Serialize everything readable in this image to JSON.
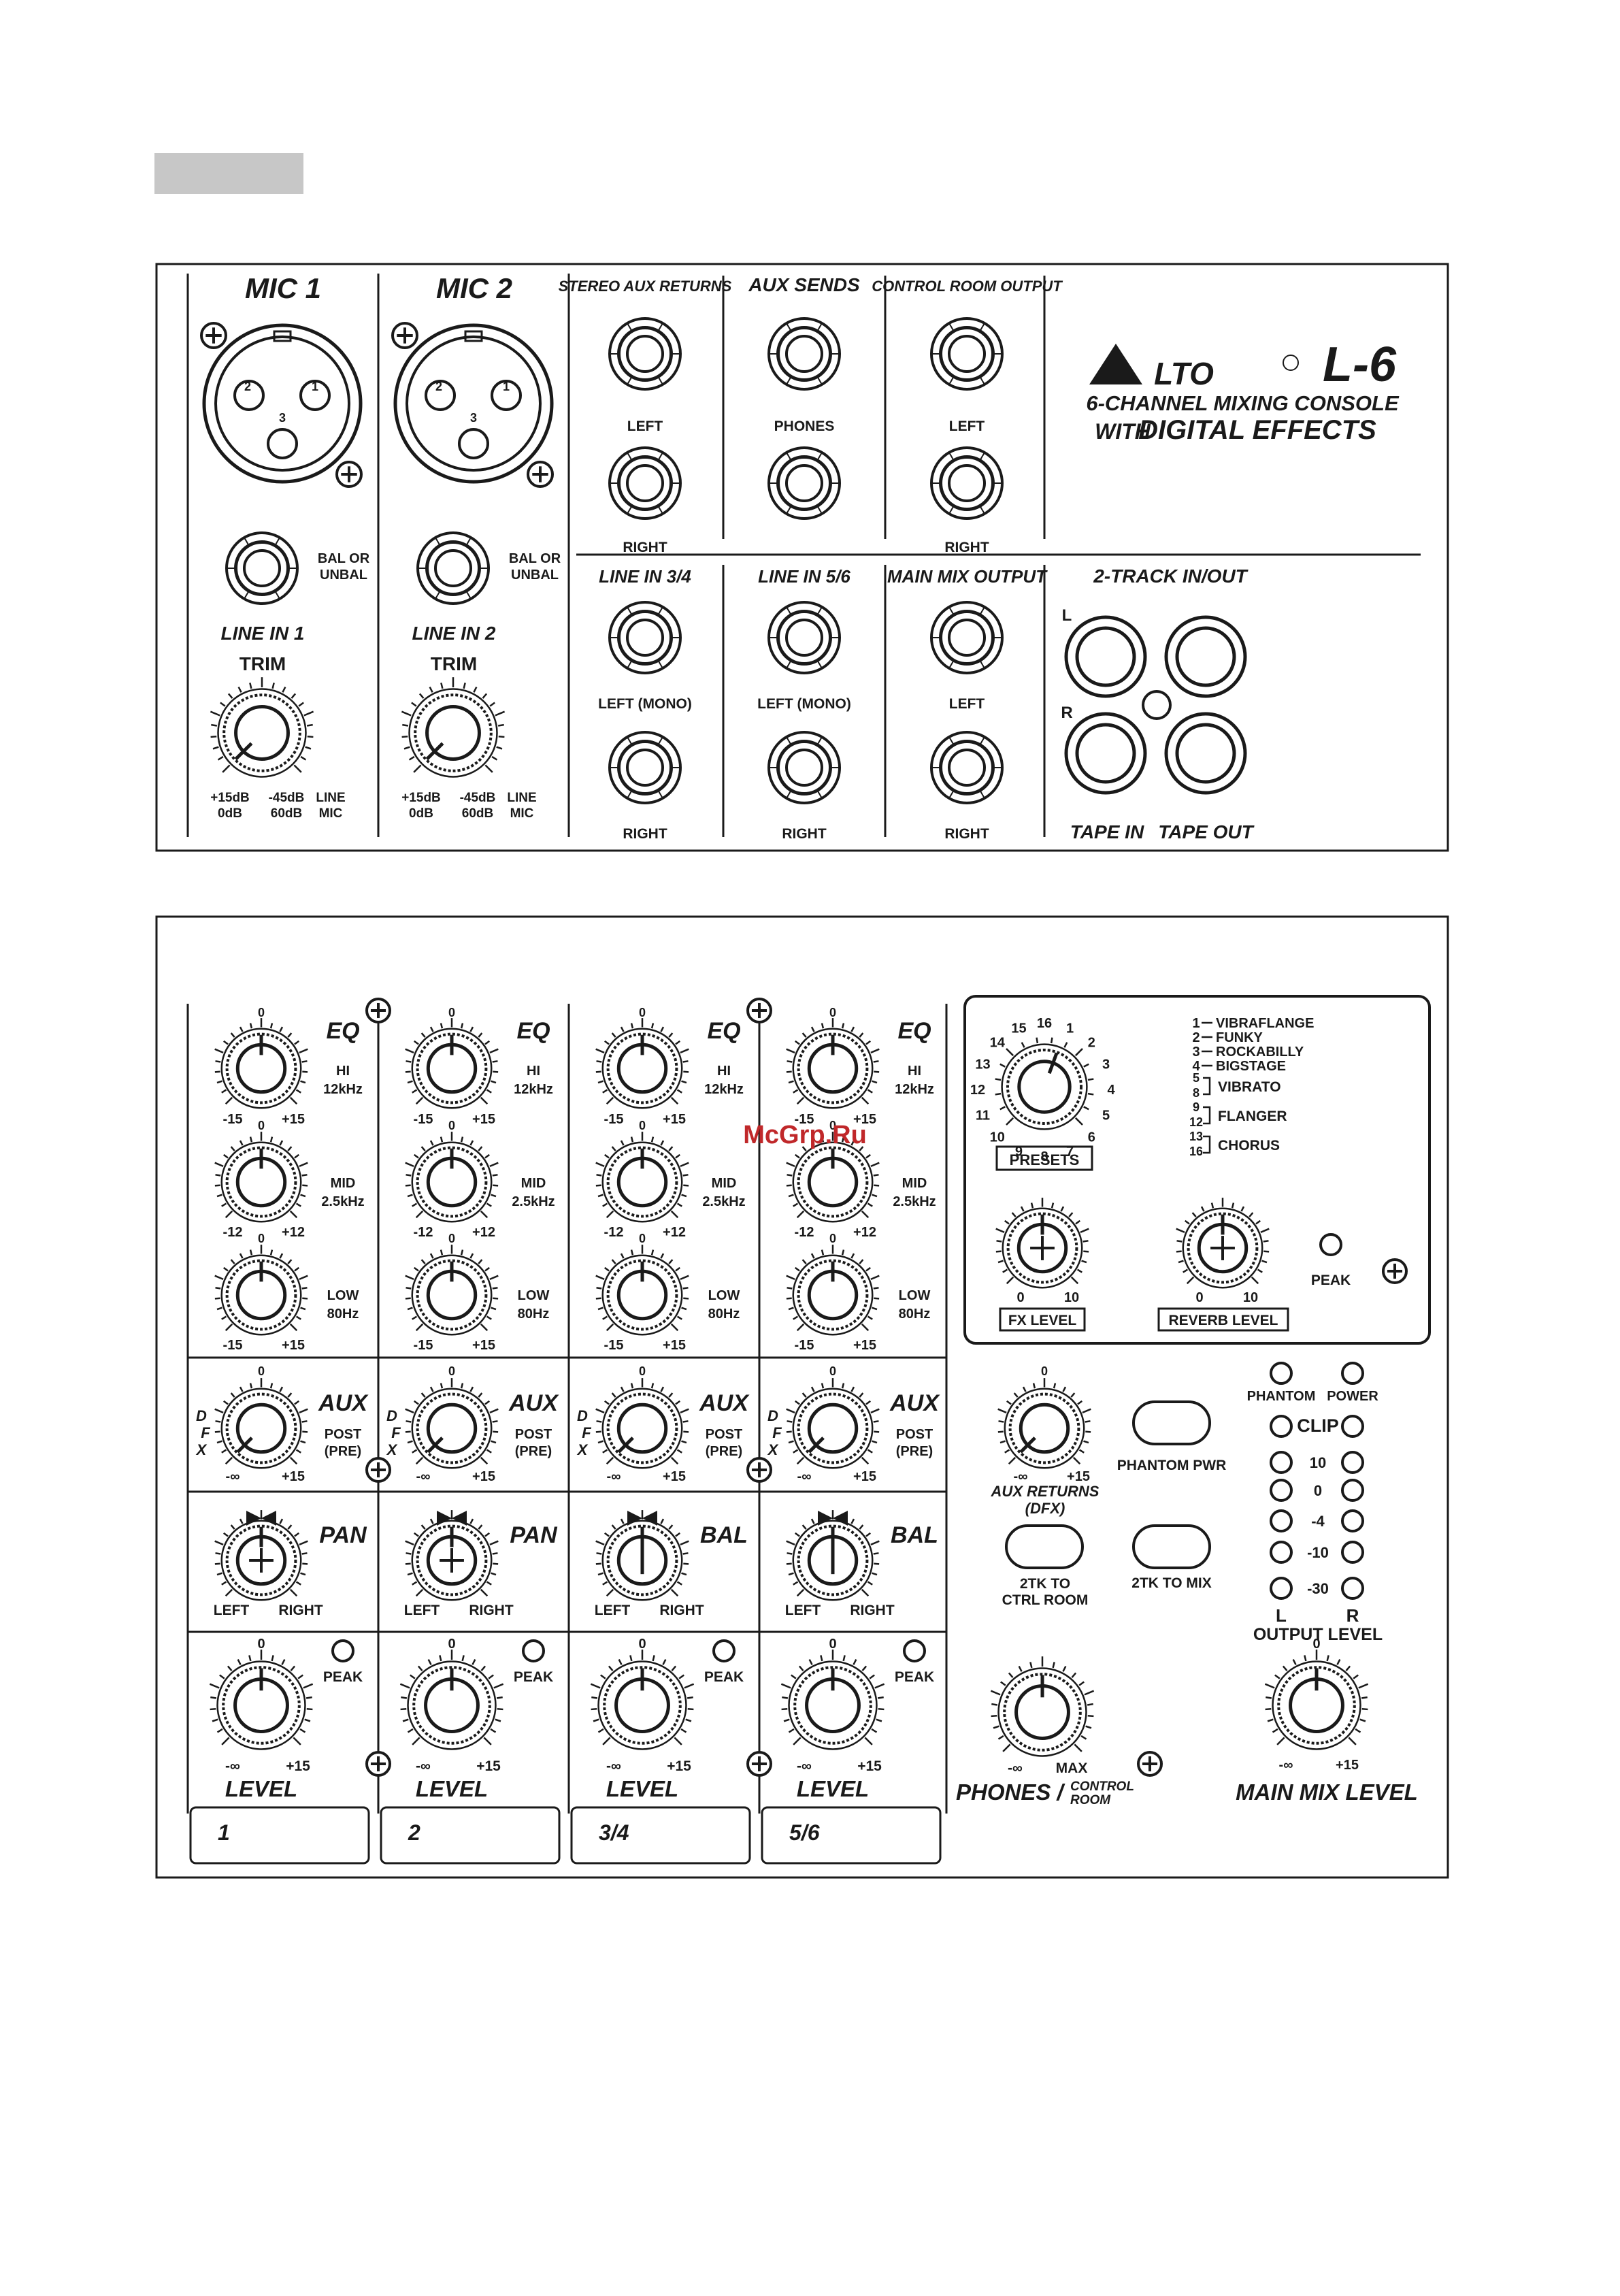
{
  "brand": {
    "logo_text": "LTO",
    "model": "L-6",
    "line1": "6-CHANNEL MIXING CONSOLE",
    "line2_prefix": "WITH",
    "line2_main": "DIGITAL EFFECTS"
  },
  "watermark": "McGrp.Ru",
  "rear": {
    "mic": [
      {
        "title": "MIC 1",
        "pins": [
          "2",
          "1",
          "3"
        ],
        "bal": [
          "BAL OR",
          "UNBAL"
        ],
        "line_in": "LINE IN 1",
        "trim": "TRIM",
        "scale": [
          "+15dB",
          "0dB",
          "-45dB",
          "60dB",
          "LINE",
          "MIC"
        ]
      },
      {
        "title": "MIC 2",
        "pins": [
          "2",
          "1",
          "3"
        ],
        "bal": [
          "BAL OR",
          "UNBAL"
        ],
        "line_in": "LINE IN 2",
        "trim": "TRIM",
        "scale": [
          "+15dB",
          "0dB",
          "-45dB",
          "60dB",
          "LINE",
          "MIC"
        ]
      }
    ],
    "top_cols": [
      {
        "title": "STEREO AUX RETURNS",
        "labels": [
          "LEFT",
          "RIGHT"
        ]
      },
      {
        "title": "AUX SENDS",
        "labels": [
          "PHONES",
          ""
        ]
      },
      {
        "title": "CONTROL ROOM OUTPUT",
        "labels": [
          "LEFT",
          "RIGHT"
        ]
      }
    ],
    "bottom_cols": [
      {
        "title": "LINE IN 3/4",
        "labels": [
          "LEFT (MONO)",
          "RIGHT"
        ]
      },
      {
        "title": "LINE IN 5/6",
        "labels": [
          "LEFT (MONO)",
          "RIGHT"
        ]
      },
      {
        "title": "MAIN MIX OUTPUT",
        "labels": [
          "LEFT",
          "RIGHT"
        ]
      }
    ],
    "two_track": {
      "title": "2-TRACK IN/OUT",
      "l": "L",
      "r": "R",
      "tape_in": "TAPE IN",
      "tape_out": "TAPE OUT"
    }
  },
  "channels": [
    {
      "strip": "1",
      "eq": "EQ",
      "hi": [
        "HI",
        "12kHz"
      ],
      "mid": [
        "MID",
        "2.5kHz"
      ],
      "low": [
        "LOW",
        "80Hz"
      ],
      "hi_scale": [
        "0",
        "-15",
        "+15"
      ],
      "mid_scale": [
        "0",
        "-12",
        "+12"
      ],
      "low_scale": [
        "0",
        "-15",
        "+15"
      ],
      "aux": "AUX",
      "dfx": [
        "D",
        "F",
        "X"
      ],
      "post": [
        "POST",
        "(PRE)"
      ],
      "aux_scale": [
        "0",
        "-∞",
        "+15"
      ],
      "pan": "PAN",
      "pan_scale": [
        "LEFT",
        "RIGHT"
      ],
      "peak": "PEAK",
      "level": "LEVEL",
      "level_scale": [
        "0",
        "-∞",
        "+15"
      ]
    },
    {
      "strip": "2",
      "eq": "EQ",
      "hi": [
        "HI",
        "12kHz"
      ],
      "mid": [
        "MID",
        "2.5kHz"
      ],
      "low": [
        "LOW",
        "80Hz"
      ],
      "hi_scale": [
        "0",
        "-15",
        "+15"
      ],
      "mid_scale": [
        "0",
        "-12",
        "+12"
      ],
      "low_scale": [
        "0",
        "-15",
        "+15"
      ],
      "aux": "AUX",
      "dfx": [
        "D",
        "F",
        "X"
      ],
      "post": [
        "POST",
        "(PRE)"
      ],
      "aux_scale": [
        "0",
        "-∞",
        "+15"
      ],
      "pan": "PAN",
      "pan_scale": [
        "LEFT",
        "RIGHT"
      ],
      "peak": "PEAK",
      "level": "LEVEL",
      "level_scale": [
        "0",
        "-∞",
        "+15"
      ]
    },
    {
      "strip": "3/4",
      "eq": "EQ",
      "hi": [
        "HI",
        "12kHz"
      ],
      "mid": [
        "MID",
        "2.5kHz"
      ],
      "low": [
        "LOW",
        "80Hz"
      ],
      "hi_scale": [
        "0",
        "-15",
        "+15"
      ],
      "mid_scale": [
        "0",
        "-12",
        "+12"
      ],
      "low_scale": [
        "0",
        "-15",
        "+15"
      ],
      "aux": "AUX",
      "dfx": [
        "D",
        "F",
        "X"
      ],
      "post": [
        "POST",
        "(PRE)"
      ],
      "aux_scale": [
        "0",
        "-∞",
        "+15"
      ],
      "pan": "BAL",
      "pan_scale": [
        "LEFT",
        "RIGHT"
      ],
      "peak": "PEAK",
      "level": "LEVEL",
      "level_scale": [
        "0",
        "-∞",
        "+15"
      ]
    },
    {
      "strip": "5/6",
      "eq": "EQ",
      "hi": [
        "HI",
        "12kHz"
      ],
      "mid": [
        "MID",
        "2.5kHz"
      ],
      "low": [
        "LOW",
        "80Hz"
      ],
      "hi_scale": [
        "0",
        "-15",
        "+15"
      ],
      "mid_scale": [
        "0",
        "-12",
        "+12"
      ],
      "low_scale": [
        "0",
        "-15",
        "+15"
      ],
      "aux": "AUX",
      "dfx": [
        "D",
        "F",
        "X"
      ],
      "post": [
        "POST",
        "(PRE)"
      ],
      "aux_scale": [
        "0",
        "-∞",
        "+15"
      ],
      "pan": "BAL",
      "pan_scale": [
        "LEFT",
        "RIGHT"
      ],
      "peak": "PEAK",
      "level": "LEVEL",
      "level_scale": [
        "0",
        "-∞",
        "+15"
      ]
    }
  ],
  "effects": {
    "dial_numbers": [
      "16",
      "1",
      "2",
      "3",
      "4",
      "5",
      "6",
      "7",
      "8",
      "9",
      "10",
      "11",
      "12",
      "13",
      "14",
      "15"
    ],
    "presets_label": "PRESETS",
    "presets": [
      {
        "num": "1",
        "name": "VIBRAFLANGE"
      },
      {
        "num": "2",
        "name": "FUNKY"
      },
      {
        "num": "3",
        "name": "ROCKABILLY"
      },
      {
        "num": "4",
        "name": "BIGSTAGE"
      }
    ],
    "groups": [
      {
        "nums": [
          "5",
          "8"
        ],
        "name": "VIBRATO"
      },
      {
        "nums": [
          "9",
          "12"
        ],
        "name": "FLANGER"
      },
      {
        "nums": [
          "13",
          "16"
        ],
        "name": "CHORUS"
      }
    ],
    "fx_level": "FX LEVEL",
    "reverb_level": "REVERB LEVEL",
    "fx_scale": [
      "0",
      "10"
    ],
    "reverb_scale": [
      "0",
      "10"
    ],
    "peak": "PEAK"
  },
  "master": {
    "aux_returns": [
      "AUX RETURNS",
      "(DFX)"
    ],
    "aux_scale": [
      "0",
      "-∞",
      "+15"
    ],
    "phantom_pwr": "PHANTOM PWR",
    "tk_ctrl": [
      "2TK TO",
      "CTRL ROOM"
    ],
    "tk_mix": "2TK TO MIX",
    "phantom": "PHANTOM",
    "power": "POWER",
    "meter": [
      "CLIP",
      "10",
      "0",
      "-4",
      "-10",
      "-30"
    ],
    "meter_l": "L",
    "meter_r": "R",
    "output_level": "OUTPUT LEVEL",
    "phones_scale": [
      "-∞",
      "MAX"
    ],
    "phones": "PHONES /",
    "control_room": [
      "CONTROL",
      "ROOM"
    ],
    "main_scale": [
      "0",
      "-∞",
      "+15"
    ],
    "main_mix": "MAIN  MIX LEVEL"
  }
}
